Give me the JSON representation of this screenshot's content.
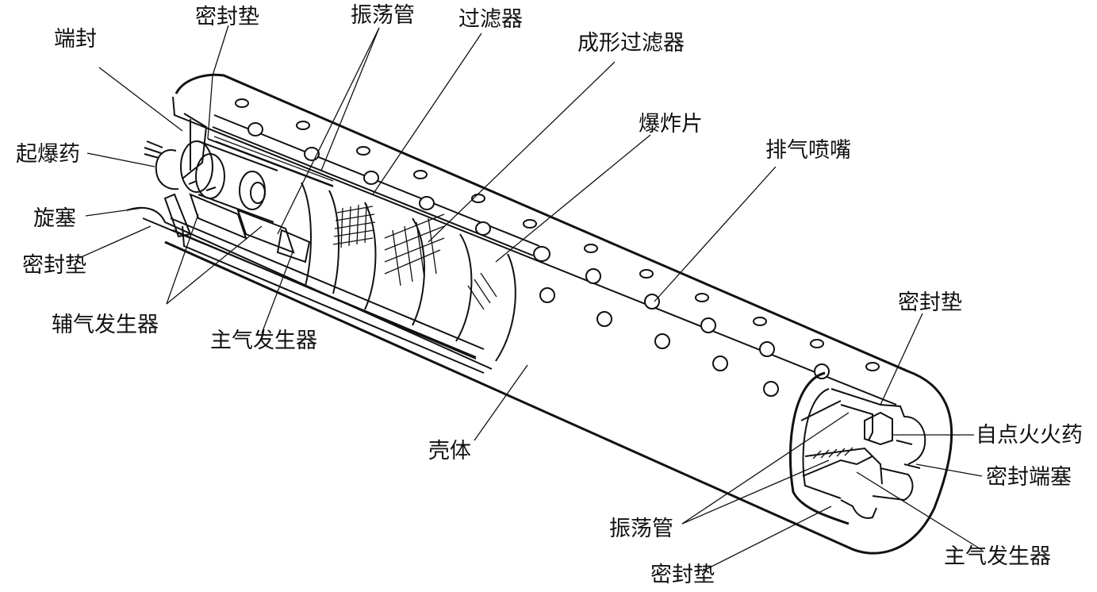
{
  "labels": {
    "end_seal": "端封",
    "gasket_top": "密封垫",
    "oscillating_tube_top": "振荡管",
    "filter": "过滤器",
    "forming_filter": "成形过滤器",
    "burst_disk": "爆炸片",
    "exhaust_nozzle": "排气喷嘴",
    "detonator_charge": "起爆药",
    "rotary_plug": "旋塞",
    "gasket_left": "密封垫",
    "aux_gas_generator": "辅气发生器",
    "main_gas_generator_left": "主气发生器",
    "housing": "壳体",
    "gasket_right": "密封垫",
    "auto_ignition_charge": "自点火火药",
    "seal_end_plug": "密封端塞",
    "oscillating_tube_bottom": "振荡管",
    "main_gas_generator_right": "主气发生器",
    "gasket_bottom": "密封垫"
  }
}
